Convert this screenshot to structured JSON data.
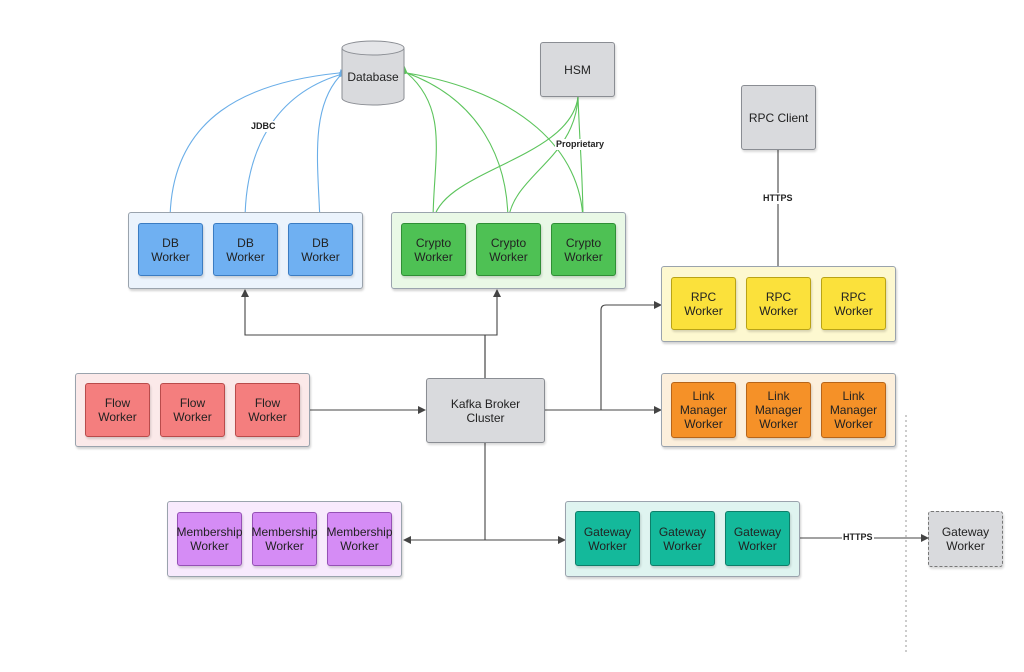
{
  "nodes": {
    "database": "Database",
    "hsm": "HSM",
    "rpc_client": "RPC Client",
    "kafka": "Kafka Broker\nCluster",
    "gateway_external": "Gateway\nWorker"
  },
  "groups": {
    "db_workers": [
      "DB\nWorker",
      "DB\nWorker",
      "DB\nWorker"
    ],
    "crypto_workers": [
      "Crypto\nWorker",
      "Crypto\nWorker",
      "Crypto\nWorker"
    ],
    "rpc_workers": [
      "RPC\nWorker",
      "RPC\nWorker",
      "RPC\nWorker"
    ],
    "link_manager_workers": [
      "Link\nManager\nWorker",
      "Link\nManager\nWorker",
      "Link\nManager\nWorker"
    ],
    "flow_workers": [
      "Flow\nWorker",
      "Flow\nWorker",
      "Flow\nWorker"
    ],
    "membership_workers": [
      "Membership\nWorker",
      "Membership\nWorker",
      "Membership\nWorker"
    ],
    "gateway_workers": [
      "Gateway\nWorker",
      "Gateway\nWorker",
      "Gateway\nWorker"
    ]
  },
  "edge_labels": {
    "jdbc": "JDBC",
    "proprietary": "Proprietary",
    "https_rpc": "HTTPS",
    "https_gateway": "HTTPS"
  },
  "colors": {
    "db": "#6fb0f2",
    "crypto": "#4ec154",
    "rpc": "#fbe13b",
    "link_manager": "#f59128",
    "flow": "#f47e7e",
    "membership": "#d58cf5",
    "gateway": "#14b99b",
    "neutral": "#d9dadd",
    "jdbc_edge": "#6aaee8",
    "hsm_edge": "#5cc45c"
  }
}
